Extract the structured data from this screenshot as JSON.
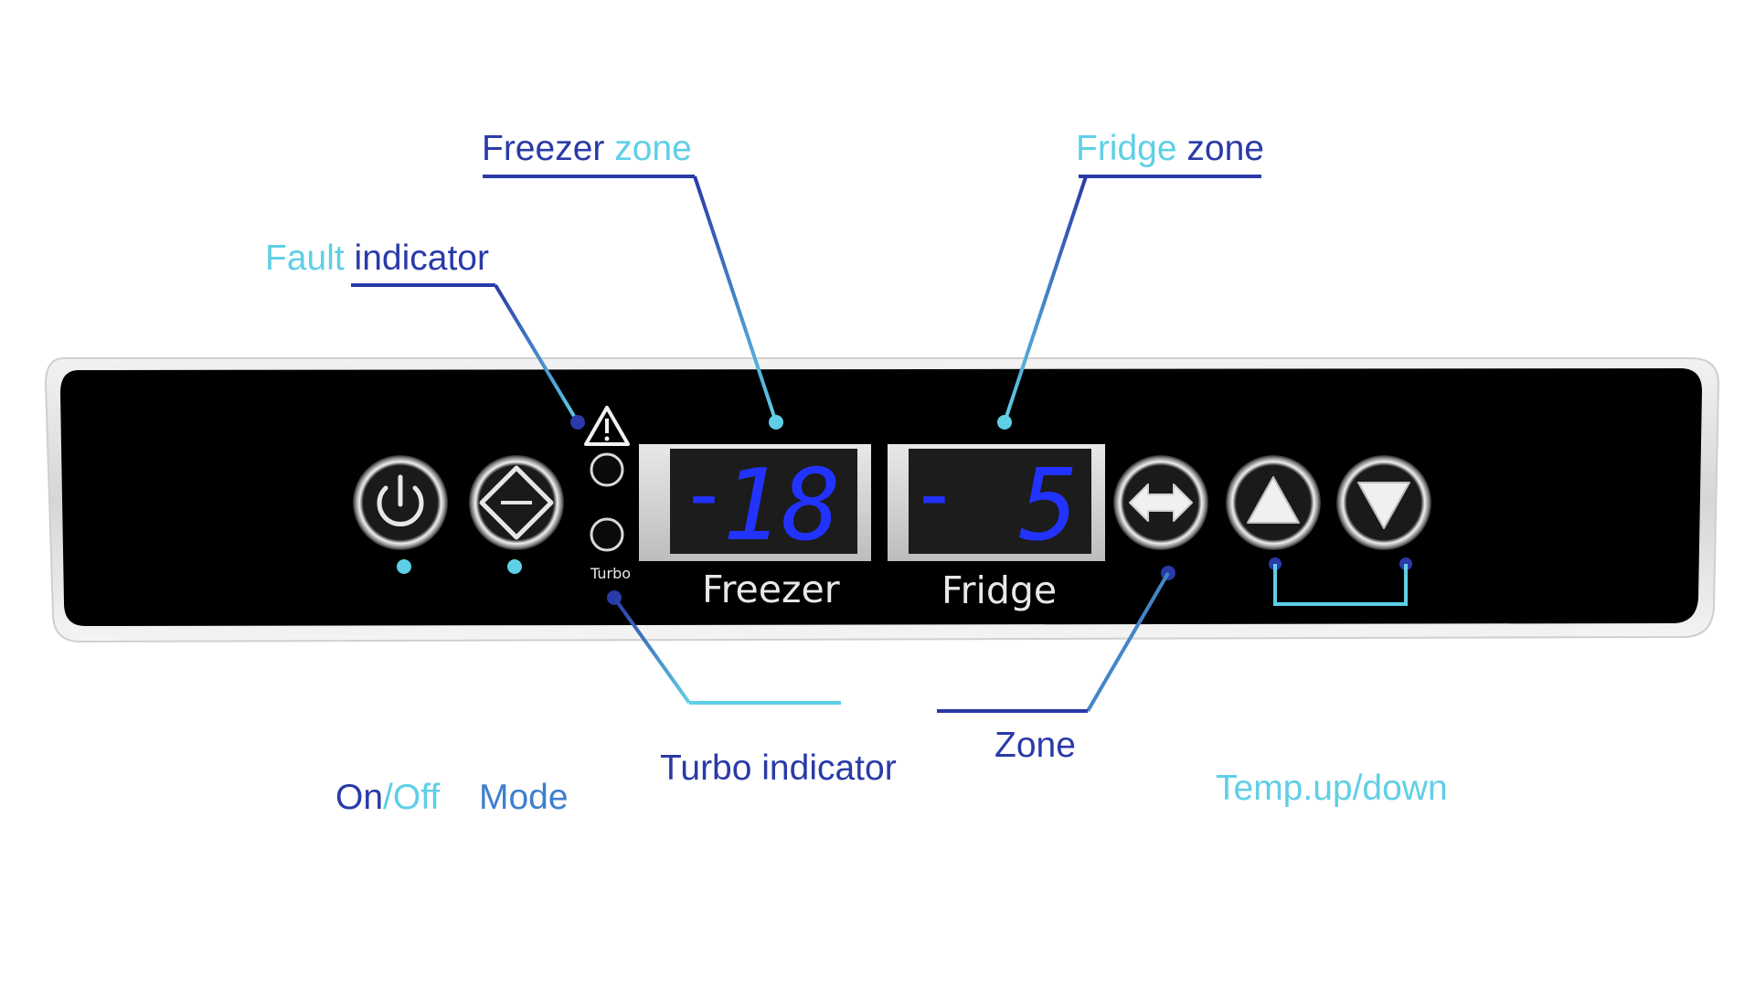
{
  "callouts": {
    "freezer_zone": {
      "part1": "Freezer",
      "part2": " zone"
    },
    "fridge_zone": {
      "part1": "Fridge",
      "part2": " zone"
    },
    "fault_indicator": {
      "part1": "Fault",
      "part2": " indicator"
    },
    "turbo_indicator": "Turbo indicator",
    "zone": "Zone",
    "on_off": {
      "part1": "On",
      "part2": "/",
      "part3": "Off"
    },
    "mode": "Mode",
    "temp_up_down": "Temp.up/down"
  },
  "panel": {
    "freezer_label": "Freezer",
    "fridge_label": "Fridge",
    "turbo_label": "Turbo",
    "freezer_display": {
      "sign": "-",
      "value": "18"
    },
    "fridge_display": {
      "sign": "-",
      "value": "5"
    }
  },
  "colors": {
    "dark_blue": "#2a3aa8",
    "light_cyan": "#5fcfe6",
    "led_blue": "#2233ff",
    "panel_black": "#000000"
  },
  "icons": [
    "power-icon",
    "mode-icon",
    "warning-triangle-icon",
    "zone-swap-icon",
    "arrow-up-icon",
    "arrow-down-icon"
  ]
}
